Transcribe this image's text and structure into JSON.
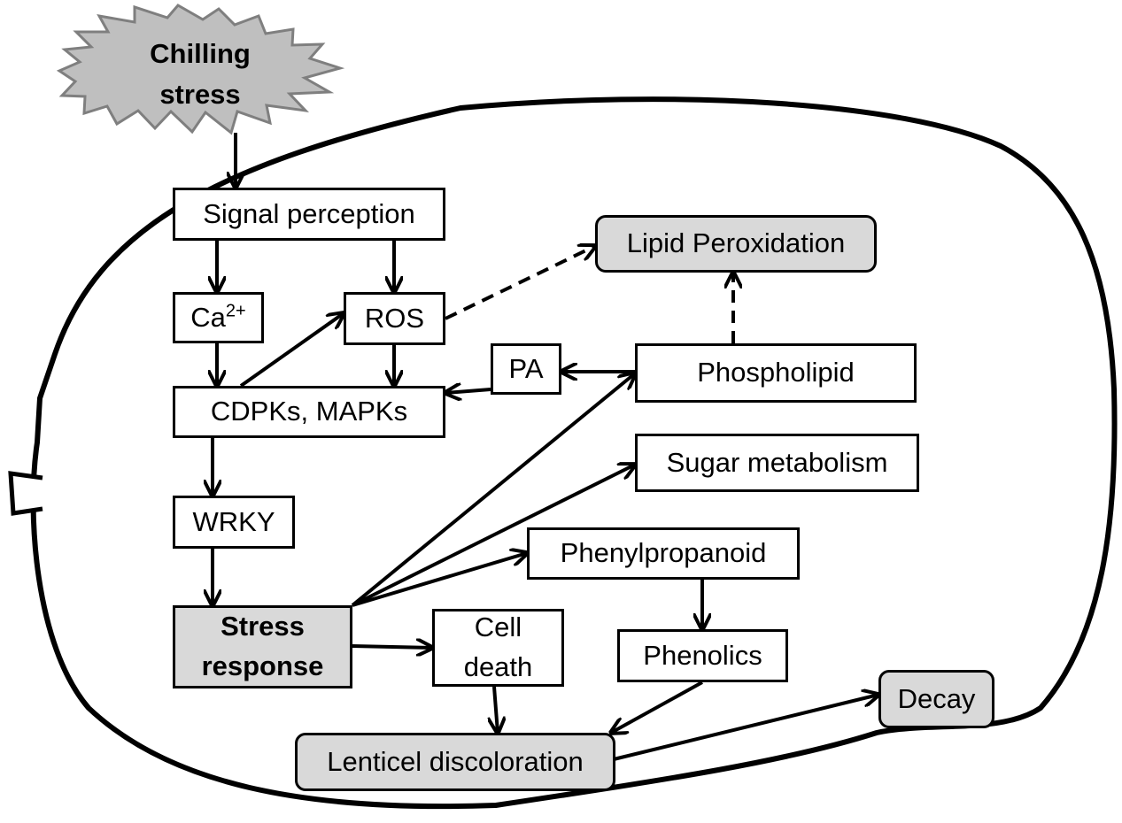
{
  "trigger": {
    "line1": "Chilling",
    "line2": "stress"
  },
  "nodes": {
    "signal_perception": "Signal perception",
    "ca": "Ca",
    "ca_superscript": "2+",
    "ros": "ROS",
    "cdpks_mapks": "CDPKs, MAPKs",
    "wrky": "WRKY",
    "stress_response_line1": "Stress",
    "stress_response_line2": "response",
    "cell_death_line1": "Cell",
    "cell_death_line2": "death",
    "lipid_peroxidation": "Lipid Peroxidation",
    "pa": "PA",
    "phospholipid": "Phospholipid",
    "sugar_metabolism": "Sugar metabolism",
    "phenylpropanoid": "Phenylpropanoid",
    "phenolics": "Phenolics",
    "lenticel_discoloration": "Lenticel discoloration",
    "decay": "Decay"
  },
  "colors": {
    "line": "#000000",
    "highlight_fill": "#d9d9d9",
    "starburst_fill": "#bfbfbf",
    "starburst_stroke": "#7f7f7f"
  }
}
